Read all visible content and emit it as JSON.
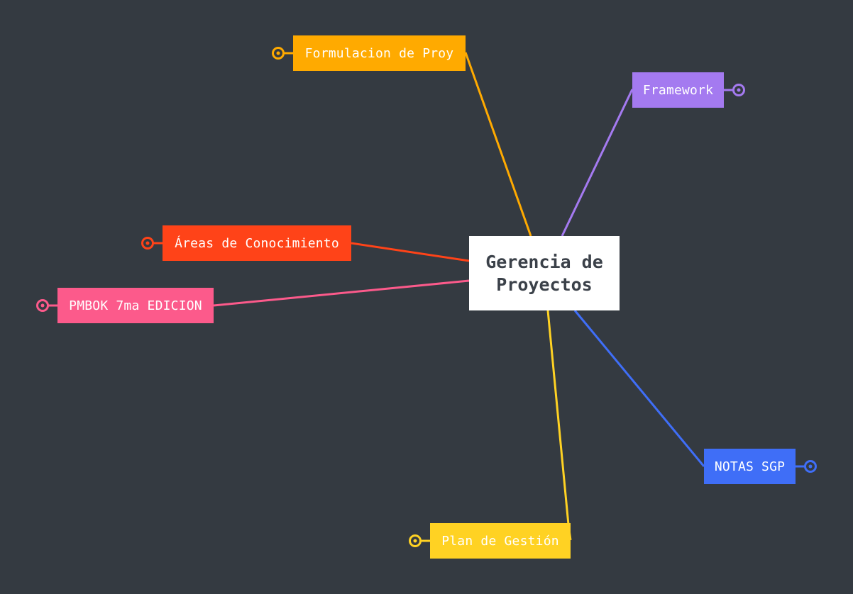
{
  "colors": {
    "background": "#343a41",
    "center_bg": "#ffffff",
    "center_text": "#3b4149"
  },
  "center": {
    "line1": "Gerencia de",
    "line2": "Proyectos"
  },
  "nodes": [
    {
      "label": "Formulacion de Proy",
      "color": "#ffaa00",
      "side": "left"
    },
    {
      "label": "Framework",
      "color": "#a47af0",
      "side": "right"
    },
    {
      "label": "Áreas de Conocimiento",
      "color": "#ff4318",
      "side": "left"
    },
    {
      "label": "PMBOK 7ma EDICION",
      "color": "#fc5a8b",
      "side": "left"
    },
    {
      "label": "NOTAS SGP",
      "color": "#3f6ef7",
      "side": "right"
    },
    {
      "label": "Plan de Gestión",
      "color": "#ffd223",
      "side": "left"
    }
  ]
}
